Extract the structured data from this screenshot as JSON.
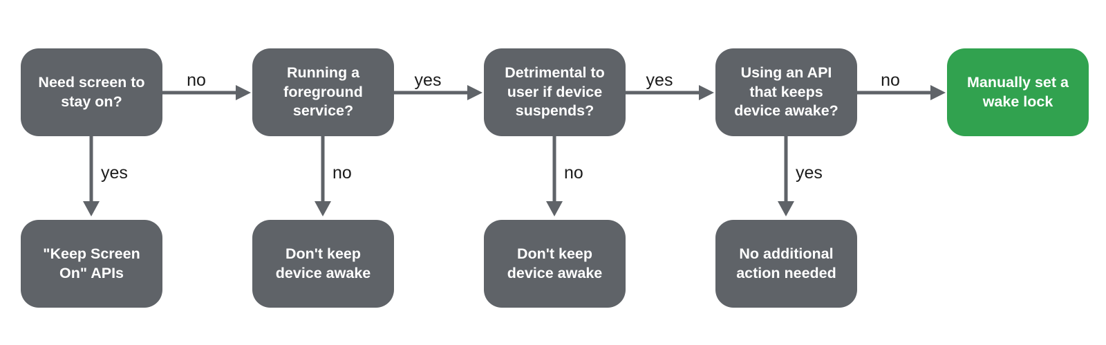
{
  "diagram": {
    "type": "flowchart",
    "colors": {
      "background": "#ffffff",
      "node_fill": "#5f6368",
      "terminal_fill": "#31a24f",
      "node_text": "#ffffff",
      "arrow": "#5f6368",
      "edge_label": "#1b1b1b"
    },
    "columns": [
      {
        "question": "Need screen to stay on?",
        "right_label": "no",
        "down_label": "yes",
        "outcome": "\"Keep Screen On\" APIs"
      },
      {
        "question": "Running a foreground service?",
        "right_label": "yes",
        "down_label": "no",
        "outcome": "Don't keep device awake"
      },
      {
        "question": "Detrimental to user if device suspends?",
        "right_label": "yes",
        "down_label": "no",
        "outcome": "Don't keep device awake"
      },
      {
        "question": "Using an API that keeps device awake?",
        "right_label": "no",
        "down_label": "yes",
        "outcome": "No additional action needed"
      }
    ],
    "terminal": {
      "label": "Manually set a wake lock"
    }
  }
}
